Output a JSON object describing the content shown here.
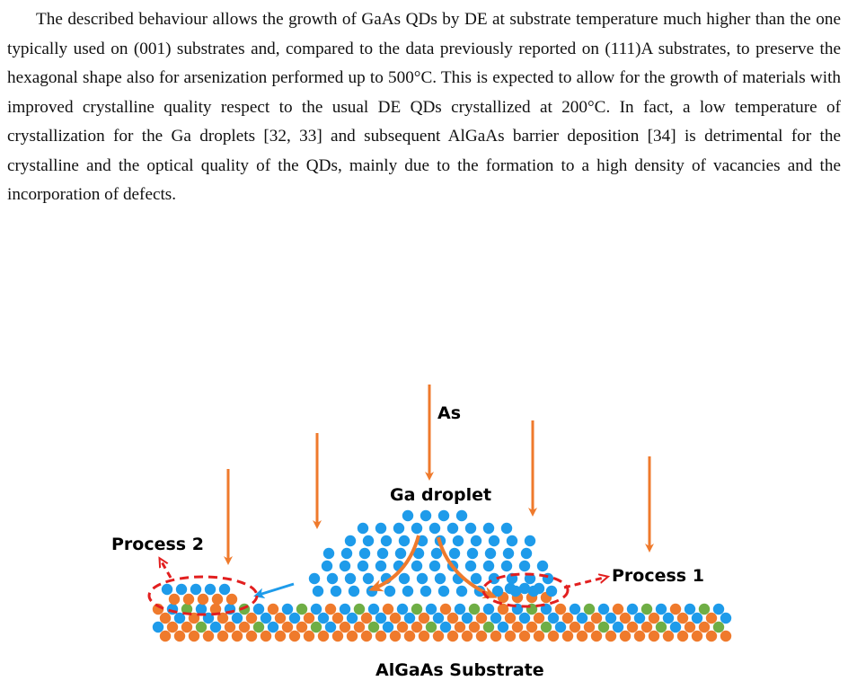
{
  "paragraph": {
    "text": "The described behaviour allows the growth of GaAs QDs by DE at substrate temperature much higher than the one typically used on (001) substrates and, compared to the data previously reported on (111)A substrates, to preserve the hexagonal shape also for arsenization performed up to 500°C. This is expected to allow for the growth of materials with improved crystalline quality respect to the usual DE QDs crystallized at 200°C. In fact, a low temperature of crystallization for the Ga droplets [32, 33] and subsequent AlGaAs barrier deposition [34] is detrimental for the crystalline and the optical quality of the QDs, mainly due to the formation to a high density of vacancies and the incorporation of defects."
  },
  "figure": {
    "labels": {
      "as": "As",
      "ga_droplet": "Ga droplet",
      "process_1": "Process 1",
      "process_2": "Process 2",
      "substrate": "AlGaAs Substrate"
    },
    "colors": {
      "ga_atom": "#1e9bea",
      "as_atom": "#ef7a2c",
      "al_atom": "#6fae45",
      "as_flux_arrow": "#ef7a2c",
      "diffusion_arrow": "#ef7a2c",
      "migration_arrow": "#1e9bea",
      "process_outline": "#e21f1f"
    }
  }
}
